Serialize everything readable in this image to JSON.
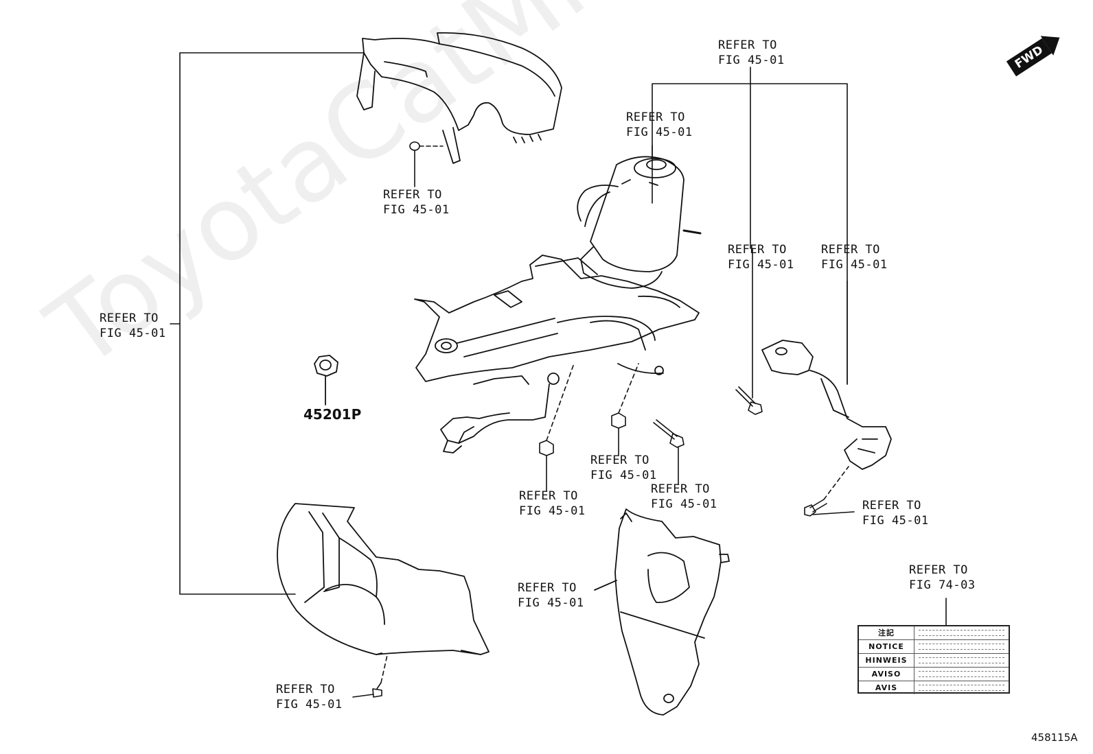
{
  "watermark": "ToyotaCatMine.ru",
  "direction_badge": "FWD",
  "refer_labels": [
    {
      "id": "top-right",
      "line1": "REFER TO",
      "line2": "FIG 45-01"
    },
    {
      "id": "motor",
      "line1": "REFER TO",
      "line2": "FIG 45-01"
    },
    {
      "id": "upper-cover-screw",
      "line1": "REFER TO",
      "line2": "FIG 45-01"
    },
    {
      "id": "left-bracket",
      "line1": "REFER TO",
      "line2": "FIG 45-01"
    },
    {
      "id": "mid-right-1",
      "line1": "REFER TO",
      "line2": "FIG 45-01"
    },
    {
      "id": "mid-right-2",
      "line1": "REFER TO",
      "line2": "FIG 45-01"
    },
    {
      "id": "nut-center",
      "line1": "REFER TO",
      "line2": "FIG 45-01"
    },
    {
      "id": "nut-left",
      "line1": "REFER TO",
      "line2": "FIG 45-01"
    },
    {
      "id": "bolt-center",
      "line1": "REFER TO",
      "line2": "FIG 45-01"
    },
    {
      "id": "shaft-bolt",
      "line1": "REFER TO",
      "line2": "FIG 45-01"
    },
    {
      "id": "shield",
      "line1": "REFER TO",
      "line2": "FIG 45-01"
    },
    {
      "id": "lower-cover-screw",
      "line1": "REFER TO",
      "line2": "FIG 45-01"
    },
    {
      "id": "notice-label",
      "line1": "REFER TO",
      "line2": "FIG 74-03"
    }
  ],
  "part_number": "45201P",
  "notice_label_rows": [
    "注記",
    "NOTICE",
    "HINWEIS",
    "AVISO",
    "AVIS"
  ],
  "diagram_id": "458115A"
}
